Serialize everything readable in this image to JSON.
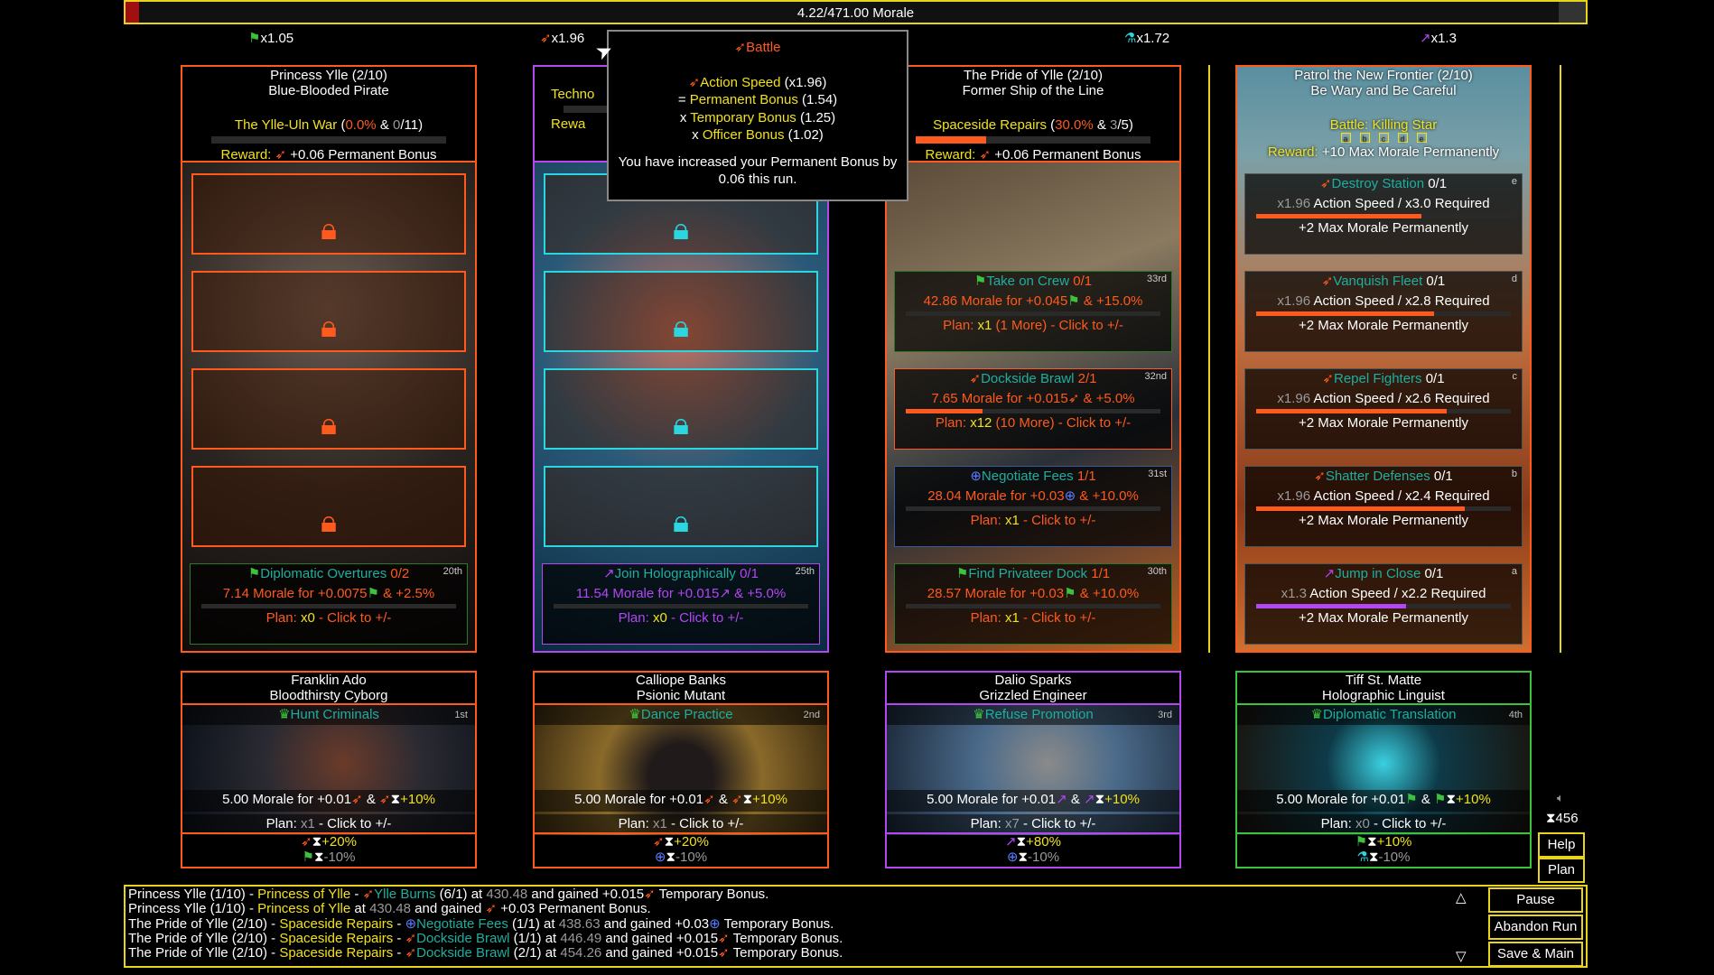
{
  "colors": {
    "orange": "#ff5a1e",
    "yellow": "#f2e21c",
    "teal": "#1fae9e",
    "purple": "#b347f2",
    "green": "#3cc23c",
    "blue": "#5a7cff",
    "cyan": "#2ad6e0"
  },
  "morale": {
    "label": "4.22/471.00 Morale",
    "fraction": 0.009
  },
  "multipliers": [
    {
      "icon": "flag-icon",
      "glyph": "⚑",
      "cls": "gr",
      "value": "x1.05"
    },
    {
      "icon": "rocket-icon",
      "glyph": "➶",
      "cls": "o",
      "value": "x1.96"
    },
    {
      "icon": "flask-icon",
      "glyph": "⚗",
      "cls": "c",
      "value": "x1.72"
    },
    {
      "icon": "pick-icon",
      "glyph": "↗",
      "cls": "p",
      "value": "x1.3"
    }
  ],
  "tooltip": {
    "title": "Battle",
    "lines": [
      [
        [
          "➶",
          "o"
        ],
        [
          "Action Speed",
          "y"
        ],
        [
          " (x1.96)",
          "w"
        ]
      ],
      [
        [
          "= ",
          "w"
        ],
        [
          "Permanent Bonus",
          "y"
        ],
        [
          " (1.54)",
          "w"
        ]
      ],
      [
        [
          "x ",
          "w"
        ],
        [
          "Temporary Bonus",
          "y"
        ],
        [
          " (1.25)",
          "w"
        ]
      ],
      [
        [
          "x ",
          "w"
        ],
        [
          "Officer Bonus",
          "y"
        ],
        [
          " (1.02)",
          "w"
        ]
      ]
    ],
    "note": "You have increased your Permanent Bonus by 0.06 this run."
  },
  "quests": [
    {
      "title": "Princess Ylle (2/10)",
      "subtitle": "Blue-Blooded Pirate",
      "quest": "The Ylle-Uln War",
      "pct": "0.0%",
      "count": "0",
      "total": "/11",
      "progress": 0,
      "reward_label": "Reward:",
      "reward": "+0.06 Permanent Bonus",
      "locked": 4,
      "tasks": [
        {
          "glyph": "⚑",
          "gc": "gr",
          "name": "Diplomatic Overtures",
          "prog": "0/2",
          "rank": "20th",
          "morale": "7.14 Morale for +0.0075",
          "bonus": "+2.5%",
          "bc": "o",
          "plan": "x0",
          "extra": "",
          "progress": 0
        }
      ]
    },
    {
      "title": "",
      "subtitle": "",
      "quest": "Techno",
      "pct": "",
      "count": "",
      "total": "",
      "progress": 0,
      "reward_label": "Rewa",
      "reward": "",
      "locked": 4,
      "tasks": [
        {
          "glyph": "↗",
          "gc": "p",
          "name": "Join Holographically",
          "prog": "0/1",
          "rank": "25th",
          "morale": "11.54 Morale for +0.015",
          "bonus": "+5.0%",
          "bc": "p",
          "plan": "x0",
          "extra": "",
          "progress": 0
        }
      ]
    },
    {
      "title": "The Pride of Ylle (2/10)",
      "subtitle": "Former Ship of the Line",
      "quest": "Spaceside Repairs",
      "pct": "30.0%",
      "count": "3",
      "total": "/5",
      "progress": 0.3,
      "reward_label": "Reward:",
      "reward": "+0.06 Permanent Bonus",
      "locked": 0,
      "tasks": [
        {
          "glyph": "⚑",
          "gc": "gr",
          "name": "Take on Crew",
          "prog": "0/1",
          "rank": "33rd",
          "morale": "42.86 Morale for +0.045",
          "bonus": "+15.0%",
          "bc": "o",
          "plan": "x1",
          "extra": " (1 More)",
          "progress": 0
        },
        {
          "glyph": "➶",
          "gc": "o",
          "name": "Dockside Brawl",
          "prog": "2/1",
          "rank": "32nd",
          "morale": "7.65 Morale for +0.015",
          "bonus": "+5.0%",
          "bc": "o",
          "plan": "x12",
          "extra": " (10 More)",
          "progress": 0.3
        },
        {
          "glyph": "⊕",
          "gc": "b",
          "name": "Negotiate Fees",
          "prog": "1/1",
          "rank": "31st",
          "morale": "28.04 Morale for +0.03",
          "bonus": "+10.0%",
          "bc": "o",
          "plan": "x1",
          "extra": "",
          "progress": 0
        },
        {
          "glyph": "⚑",
          "gc": "gr",
          "name": "Find Privateer Dock",
          "prog": "1/1",
          "rank": "30th",
          "morale": "28.57 Morale for +0.03",
          "bonus": "+10.0%",
          "bc": "o",
          "plan": "x1",
          "extra": "",
          "progress": 0
        }
      ]
    }
  ],
  "battle": {
    "title": "Patrol the New Frontier (2/10)",
    "subtitle": "Be Wary and Be Careful",
    "battle": "Battle: Killing Star",
    "letters": [
      "a",
      "b",
      "c",
      "d",
      "e"
    ],
    "reward_label": "Reward:",
    "reward": "+10 Max Morale Permanently",
    "tasks": [
      {
        "glyph": "➶",
        "gc": "o",
        "name": "Destroy Station",
        "prog": "0/1",
        "key": "e",
        "speed": "x1.96",
        "req": "Action Speed / x3.0 Required",
        "progress": 0.65,
        "reward": "+2 Max Morale Permanently"
      },
      {
        "glyph": "➶",
        "gc": "o",
        "name": "Vanquish Fleet",
        "prog": "0/1",
        "key": "d",
        "speed": "x1.96",
        "req": "Action Speed / x2.8 Required",
        "progress": 0.7,
        "reward": "+2 Max Morale Permanently"
      },
      {
        "glyph": "➶",
        "gc": "o",
        "name": "Repel Fighters",
        "prog": "0/1",
        "key": "c",
        "speed": "x1.96",
        "req": "Action Speed / x2.6 Required",
        "progress": 0.75,
        "reward": "+2 Max Morale Permanently"
      },
      {
        "glyph": "➶",
        "gc": "o",
        "name": "Shatter Defenses",
        "prog": "0/1",
        "key": "b",
        "speed": "x1.96",
        "req": "Action Speed / x2.4 Required",
        "progress": 0.82,
        "reward": "+2 Max Morale Permanently"
      },
      {
        "glyph": "↗",
        "gc": "p",
        "name": "Jump in Close",
        "prog": "0/1",
        "key": "a",
        "speed": "x1.3",
        "req": "Action Speed / x2.2 Required",
        "progress": 0.59,
        "reward": "+2 Max Morale Permanently"
      }
    ]
  },
  "officers": [
    {
      "name": "Franklin Ado",
      "role": "Bloodthirsty Cyborg",
      "job": "Hunt Criminals",
      "rank": "1st",
      "glyph": "➶",
      "gc": "o",
      "morale": "5.00 Morale for +0.01",
      "bonus": "+10%",
      "plan": "x1",
      "up_glyph": "➶",
      "up_c": "o",
      "up": "+20%",
      "down_glyph": "⚑",
      "down_c": "gr",
      "down": "-10%",
      "border": "#ff5a1e",
      "bg": "radial-gradient(circle at 55% 45%,#6b3b2a,#2a2a32 45%,#0a1018)"
    },
    {
      "name": "Calliope Banks",
      "role": "Psionic Mutant",
      "job": "Dance Practice",
      "rank": "2nd",
      "glyph": "➶",
      "gc": "o",
      "morale": "5.00 Morale for +0.01",
      "bonus": "+10%",
      "plan": "x1",
      "up_glyph": "➶",
      "up_c": "o",
      "up": "+20%",
      "down_glyph": "⊕",
      "down_c": "b",
      "down": "-10%",
      "border": "#ff5a1e",
      "bg": "radial-gradient(circle at 50% 55%,#201a1a 20%,#8a6a2a 50%,#3a2a10)"
    },
    {
      "name": "Dalio Sparks",
      "role": "Grizzled Engineer",
      "job": "Refuse Promotion",
      "rank": "3rd",
      "glyph": "↗",
      "gc": "p",
      "morale": "5.00 Morale for +0.01",
      "bonus": "+10%",
      "plan": "x7",
      "up_glyph": "↗",
      "up_c": "p",
      "up": "+80%",
      "down_glyph": "⊕",
      "down_c": "b",
      "down": "-10%",
      "border": "#b347f2",
      "bg": "radial-gradient(circle at 55% 45%,#8a8a8a,#4a6a8a 40%,#1a2636)"
    },
    {
      "name": "Tiff St. Matte",
      "role": "Holographic Linguist",
      "job": "Diplomatic Translation",
      "rank": "4th",
      "glyph": "⚑",
      "gc": "gr",
      "morale": "5.00 Morale for +0.01",
      "bonus": "+10%",
      "plan": "x0",
      "up_glyph": "⚑",
      "up_c": "gr",
      "up": "+10%",
      "down_glyph": "⚗",
      "down_c": "c",
      "down": "-10%",
      "border": "#3cc23c",
      "bg": "radial-gradient(circle at 50% 45%,#3ad0e0,#0e3a48 35%,#1a120a)"
    }
  ],
  "common": {
    "plan_prefix": "Plan: ",
    "plan_suffix": " - Click to +/-",
    "and": " & "
  },
  "log": [
    [
      [
        "Princess Ylle (1/10) - ",
        "w"
      ],
      [
        "Princess of Ylle",
        "y"
      ],
      [
        " - ",
        "w"
      ],
      [
        "➶",
        "o"
      ],
      [
        "Ylle Burns",
        "t"
      ],
      [
        " (6/1) at ",
        "w"
      ],
      [
        "430.48",
        "g"
      ],
      [
        " and gained +0.015",
        "w"
      ],
      [
        "➶",
        "o"
      ],
      [
        " Temporary Bonus.",
        "w"
      ]
    ],
    [
      [
        "Princess Ylle (1/10) - ",
        "w"
      ],
      [
        "Princess of Ylle",
        "y"
      ],
      [
        " at ",
        "w"
      ],
      [
        "430.48",
        "g"
      ],
      [
        " and gained ",
        "w"
      ],
      [
        "➶",
        "o"
      ],
      [
        " +0.03 Permanent Bonus.",
        "w"
      ]
    ],
    [
      [
        "The Pride of Ylle (2/10) - ",
        "w"
      ],
      [
        "Spaceside Repairs",
        "y"
      ],
      [
        " - ",
        "w"
      ],
      [
        "⊕",
        "b"
      ],
      [
        "Negotiate Fees",
        "t"
      ],
      [
        " (1/1) at ",
        "w"
      ],
      [
        "438.63",
        "g"
      ],
      [
        " and gained +0.03",
        "w"
      ],
      [
        "⊕",
        "b"
      ],
      [
        " Temporary Bonus.",
        "w"
      ]
    ],
    [
      [
        "The Pride of Ylle (2/10) - ",
        "w"
      ],
      [
        "Spaceside Repairs",
        "y"
      ],
      [
        " - ",
        "w"
      ],
      [
        "➶",
        "o"
      ],
      [
        "Dockside Brawl",
        "t"
      ],
      [
        " (1/1) at ",
        "w"
      ],
      [
        "446.49",
        "g"
      ],
      [
        " and gained +0.015",
        "w"
      ],
      [
        "➶",
        "o"
      ],
      [
        " Temporary Bonus.",
        "w"
      ]
    ],
    [
      [
        "The Pride of Ylle (2/10) - ",
        "w"
      ],
      [
        "Spaceside Repairs",
        "y"
      ],
      [
        " - ",
        "w"
      ],
      [
        "➶",
        "o"
      ],
      [
        "Dockside Brawl",
        "t"
      ],
      [
        " (2/1) at ",
        "w"
      ],
      [
        "454.26",
        "g"
      ],
      [
        " and gained +0.015",
        "w"
      ],
      [
        "➶",
        "o"
      ],
      [
        " Temporary Bonus.",
        "w"
      ]
    ]
  ],
  "side": {
    "time": "456",
    "help": "Help",
    "plan": "Plan",
    "pause": "Pause",
    "abandon": "Abandon Run",
    "save": "Save & Main"
  }
}
